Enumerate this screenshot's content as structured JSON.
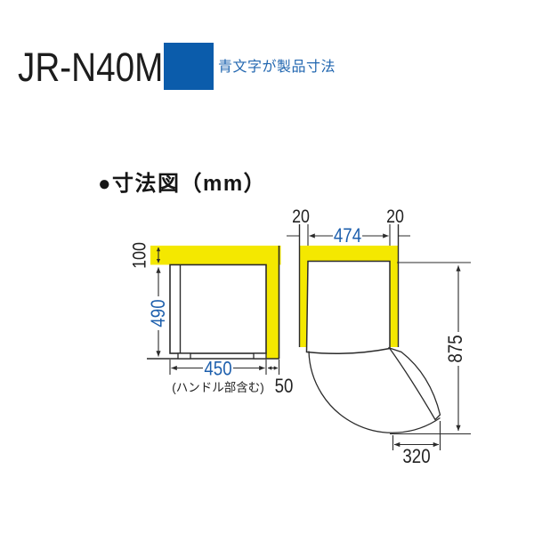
{
  "header": {
    "model": "JR-N40M",
    "legend_text": "青文字が製品寸法",
    "legend_swatch_color": "#0b5cab"
  },
  "section": {
    "heading": "●寸法図（mm）"
  },
  "colors": {
    "clearance_highlight": "#f4e800",
    "product_dimension_text": "#1d5fad",
    "installation_dimension_text": "#222222"
  },
  "side_view": {
    "top_clearance": "100",
    "body_height": "490",
    "body_depth": "450",
    "depth_note": "(ハンドル部含む)",
    "rear_clearance": "50"
  },
  "top_view": {
    "left_clearance": "20",
    "right_clearance": "20",
    "body_width": "474",
    "total_depth_door_open": "875",
    "door_swing": "320"
  }
}
